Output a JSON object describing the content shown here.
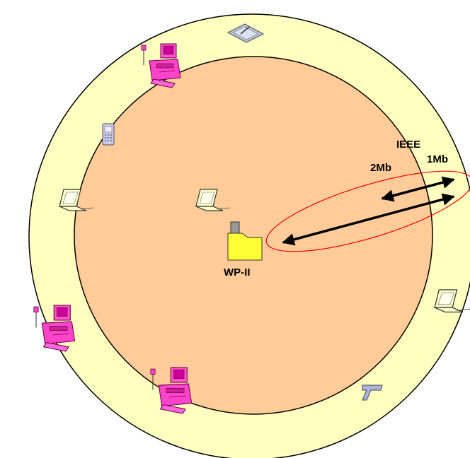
{
  "labels": {
    "access_point": "WP-II",
    "standard": "IEEE",
    "rate_inner": "2Mb",
    "rate_outer": "1Mb"
  },
  "colors": {
    "outer_zone": "#ffffc0",
    "inner_zone": "#ffcc99",
    "range_ellipse": "#ff0000",
    "access_point": "#ffff33",
    "desktop_device": "#ff44cc",
    "laptop_device": "#ffffcc",
    "arrow": "#000000"
  },
  "devices": [
    {
      "type": "desktop-pc",
      "icon": "desktop-computer-icon"
    },
    {
      "type": "desktop-pc",
      "icon": "desktop-computer-icon"
    },
    {
      "type": "desktop-pc",
      "icon": "desktop-computer-icon"
    },
    {
      "type": "laptop",
      "icon": "laptop-icon"
    },
    {
      "type": "laptop",
      "icon": "laptop-icon"
    },
    {
      "type": "laptop",
      "icon": "laptop-icon"
    },
    {
      "type": "handheld",
      "icon": "pda-icon"
    },
    {
      "type": "tablet",
      "icon": "pen-tablet-icon"
    },
    {
      "type": "scanner",
      "icon": "barcode-scanner-icon"
    }
  ]
}
